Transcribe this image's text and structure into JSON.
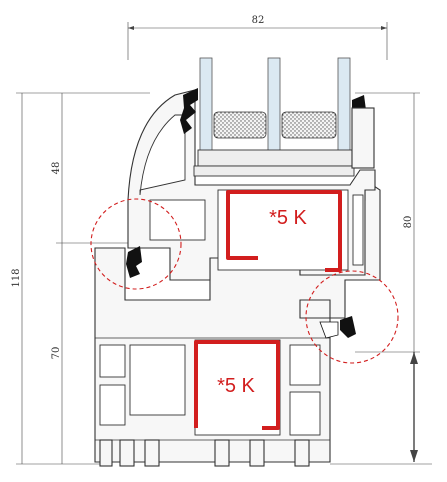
{
  "dimensions": {
    "top_width": "82",
    "right_height": "80",
    "left_total": "118",
    "left_upper": "48",
    "left_lower": "70"
  },
  "reinforcements": [
    {
      "label": "*5 K"
    },
    {
      "label": "*5 K"
    }
  ],
  "colors": {
    "reinforcement": "#d21e1e",
    "highlight_circles": "#d21e1e",
    "outline": "#333333",
    "glass": "#dbe9f2"
  }
}
